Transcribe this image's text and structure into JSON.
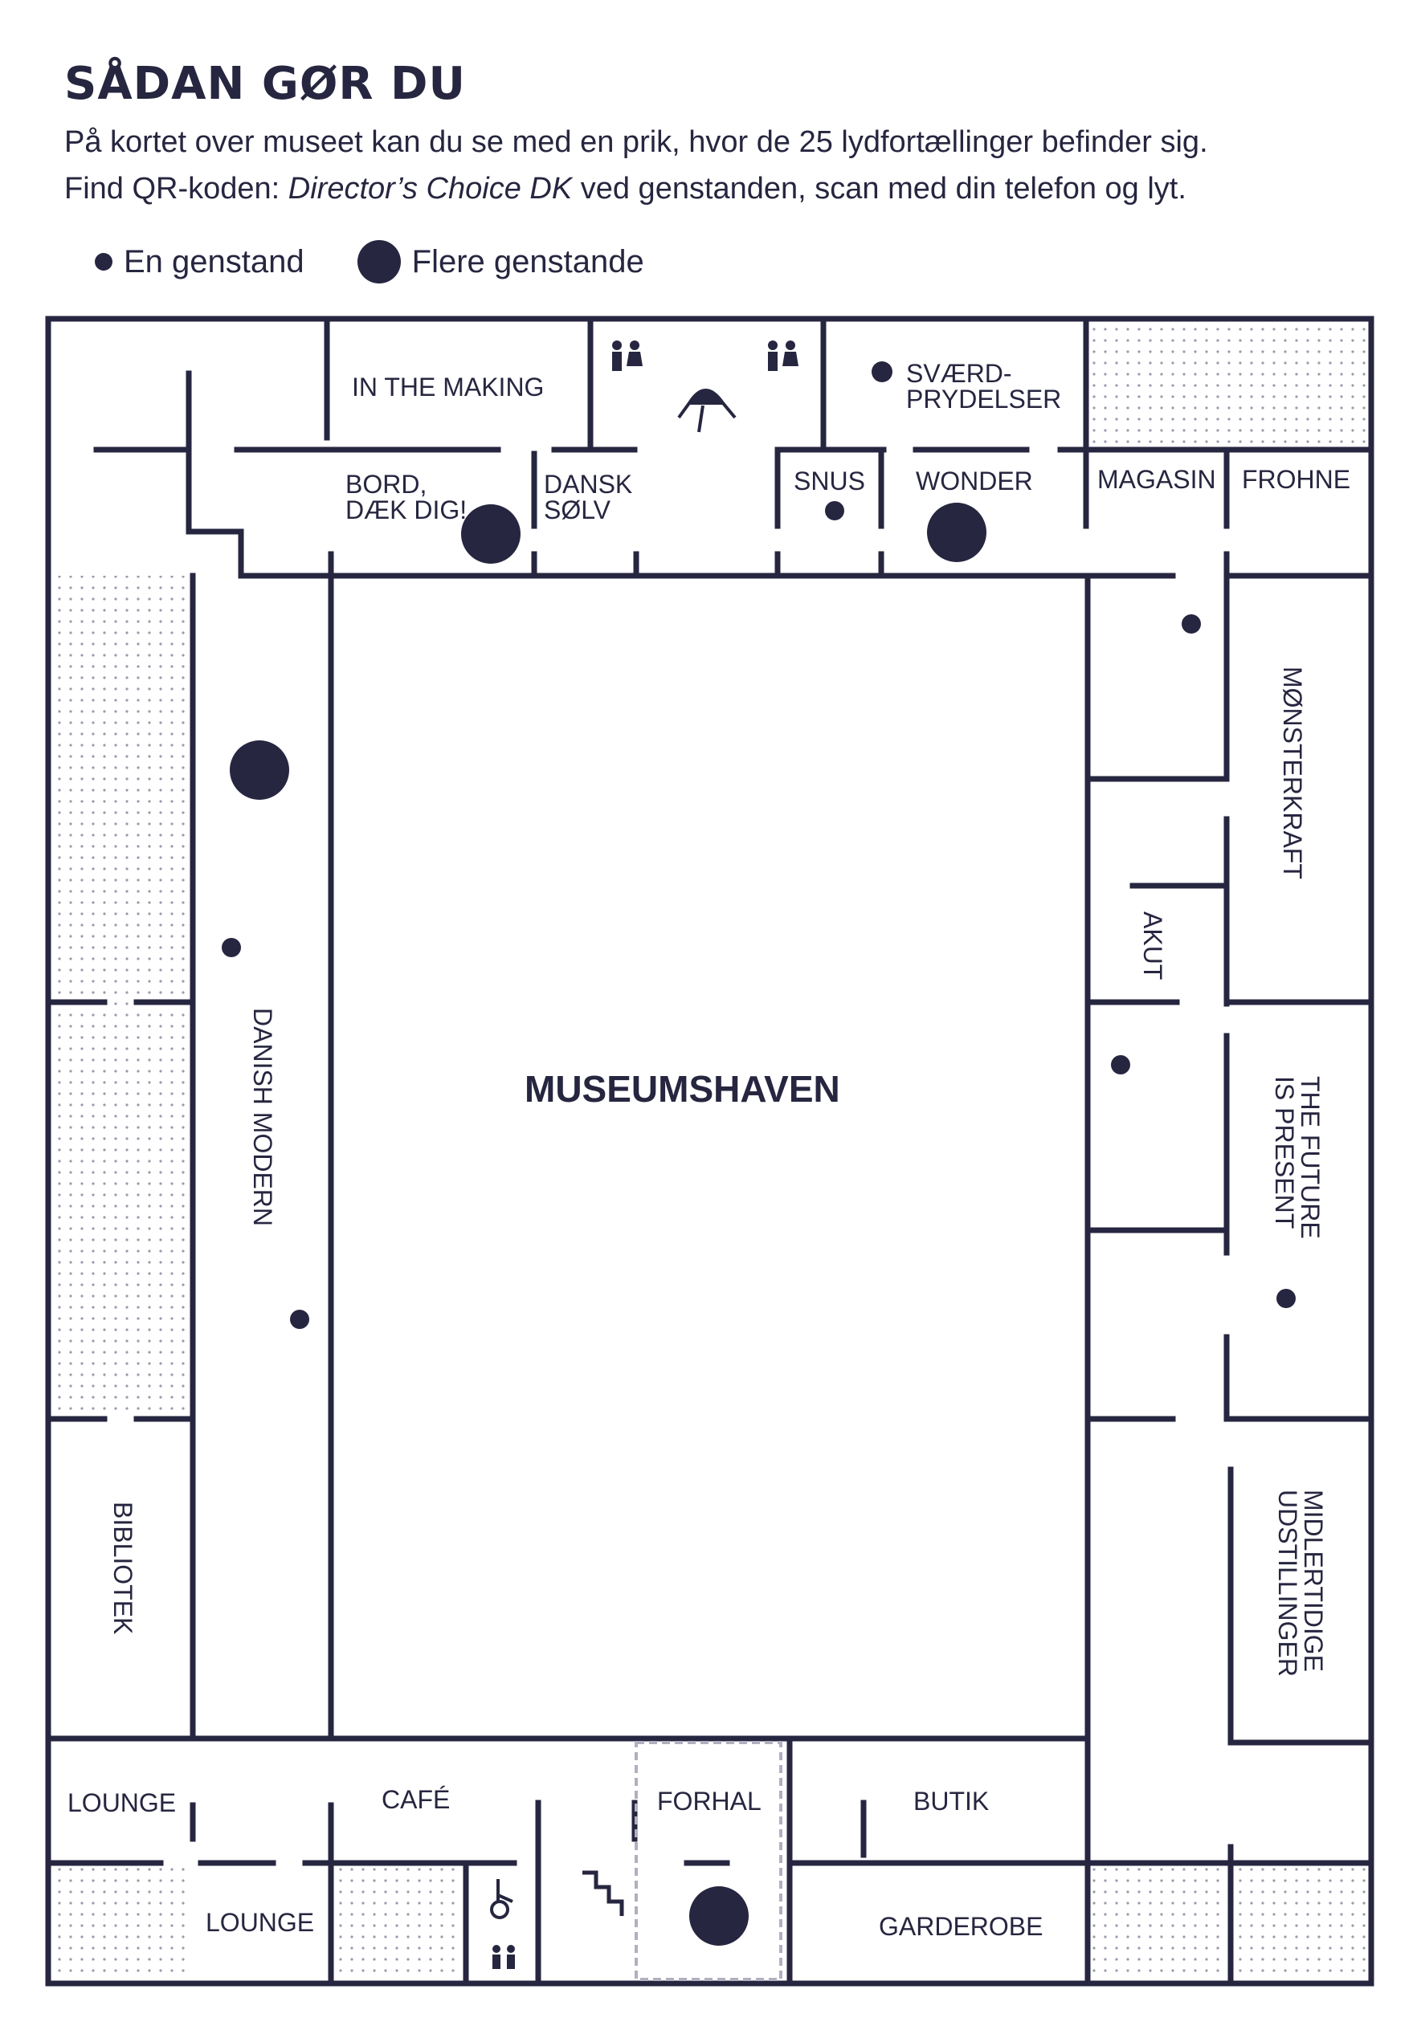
{
  "header": {
    "title": "SÅDAN GØR DU",
    "line1": "På kortet over museet kan du se med en prik, hvor de 25 lydfortællinger befinder sig.",
    "line2_prefix": "Find QR-koden: ",
    "line2_italic": "Director’s Choice DK",
    "line2_suffix": " ved genstanden, scan med din telefon og lyt."
  },
  "legend": {
    "single": "En genstand",
    "multiple": "Flere genstande"
  },
  "map": {
    "colors": {
      "ink": "#262640",
      "paper": "#ffffff",
      "stipple": "#9a9aae"
    },
    "rooms": {
      "in_the_making": "IN THE MAKING",
      "svaerd_l1": "SVÆRD-",
      "svaerd_l2": "PRYDELSER",
      "bord_l1": "BORD,",
      "bord_l2": "DÆK DIG!",
      "dansk_l1": "DANSK",
      "dansk_l2": "SØLV",
      "snus": "SNUS",
      "wonder": "WONDER",
      "magasin": "MAGASIN",
      "frohne": "FROHNE",
      "monsterkraft": "MØNSTERKRAFT",
      "akut": "AKUT",
      "future_l1": "THE FUTURE",
      "future_l2": "IS PRESENT",
      "midl_l1": "MIDLERTIDIGE",
      "midl_l2": "UDSTILLINGER",
      "danish_modern": "DANISH MODERN",
      "museumshaven": "MUSEUMSHAVEN",
      "bibliotek": "BIBLIOTEK",
      "lounge_top": "LOUNGE",
      "cafe": "CAFÉ",
      "forhal": "FORHAL",
      "butik": "BUTIK",
      "lounge_bottom": "LOUNGE",
      "garderobe": "GARDEROBE"
    },
    "icons": [
      "restroom-icon",
      "chair-icon",
      "wheelchair-icon",
      "stairs-icon"
    ]
  }
}
